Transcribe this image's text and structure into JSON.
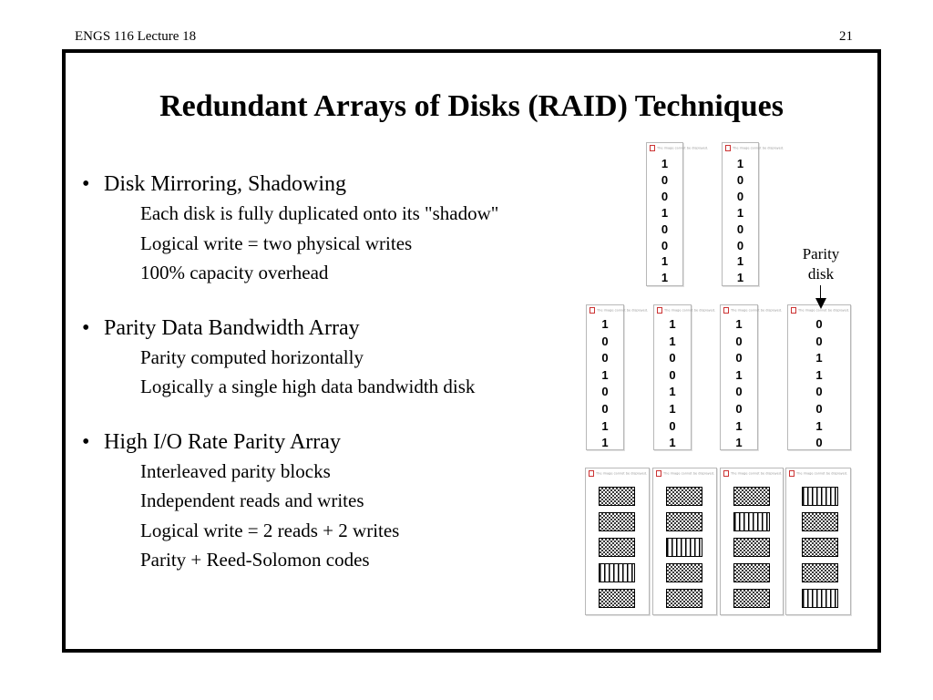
{
  "header": {
    "course": "ENGS 116  Lecture 18",
    "page_number": "21"
  },
  "title": "Redundant Arrays of Disks (RAID) Techniques",
  "sections": [
    {
      "heading": "Disk Mirroring, Shadowing",
      "lines": [
        "Each disk is fully duplicated onto its \"shadow\"",
        "Logical write = two physical writes",
        "100% capacity overhead"
      ]
    },
    {
      "heading": "Parity Data Bandwidth Array",
      "lines": [
        "Parity computed horizontally",
        "Logically a single high data bandwidth disk"
      ]
    },
    {
      "heading": "High I/O Rate Parity Array",
      "lines": [
        "Interleaved parity blocks",
        "Independent reads and writes",
        "Logical write = 2 reads + 2 writes",
        "Parity + Reed-Solomon codes"
      ]
    }
  ],
  "diagram": {
    "disk_header_text": "The image cannot be displayed.",
    "mirror_disks": [
      [
        "1",
        "0",
        "0",
        "1",
        "0",
        "0",
        "1",
        "1"
      ],
      [
        "1",
        "0",
        "0",
        "1",
        "0",
        "0",
        "1",
        "1"
      ]
    ],
    "bandwidth_disks": [
      [
        "1",
        "0",
        "0",
        "1",
        "0",
        "0",
        "1",
        "1"
      ],
      [
        "1",
        "1",
        "0",
        "0",
        "1",
        "1",
        "0",
        "1"
      ],
      [
        "1",
        "0",
        "0",
        "1",
        "0",
        "0",
        "1",
        "1"
      ],
      [
        "0",
        "0",
        "1",
        "1",
        "0",
        "0",
        "1",
        "0"
      ]
    ],
    "parity_label_line1": "Parity",
    "parity_label_line2": "disk",
    "io_rate_disks": [
      [
        "checker",
        "checker",
        "checker",
        "striped",
        "checker"
      ],
      [
        "checker",
        "checker",
        "striped",
        "checker",
        "checker"
      ],
      [
        "checker",
        "striped",
        "checker",
        "checker",
        "checker"
      ],
      [
        "striped",
        "checker",
        "checker",
        "checker",
        "striped"
      ]
    ]
  }
}
